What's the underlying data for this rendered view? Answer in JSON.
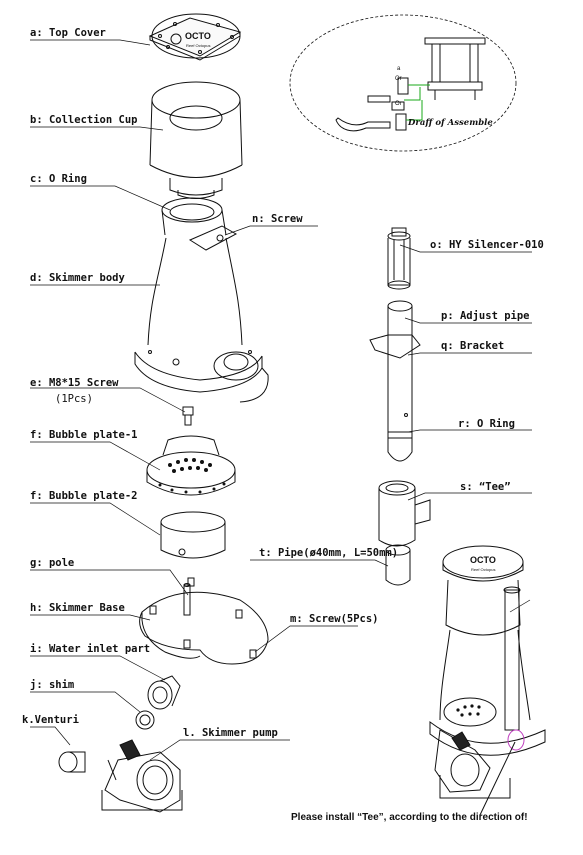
{
  "labels": {
    "a": "a: Top Cover",
    "b": "b: Collection Cup",
    "c": "c: O Ring",
    "n": "n: Screw",
    "d": "d: Skimmer body",
    "o": "o: HY Silencer-010",
    "p": "p: Adjust pipe",
    "q": "q: Bracket",
    "e": "e: M8*15 Screw",
    "e_sub": "(1Pcs)",
    "f1": "f: Bubble plate-1",
    "r": "r: O Ring",
    "s": "s: “Tee”",
    "f2": "f: Bubble plate-2",
    "t": "t: Pipe(ø40mm, L=50mm)",
    "g": "g: pole",
    "h": "h: Skimmer Base",
    "m": "m: Screw(5Pcs)",
    "i": "i: Water inlet part",
    "j": "j: shim",
    "k": "k.Venturi",
    "l": "l. Skimmer pump"
  },
  "inset": {
    "caption": "Draff of Assemble",
    "marks": [
      "a",
      "Or",
      "Or"
    ]
  },
  "logo": {
    "text": "OCTO",
    "subtext": "Reef Octopus"
  },
  "footer": "Please install “Tee”, according to the direction of!"
}
